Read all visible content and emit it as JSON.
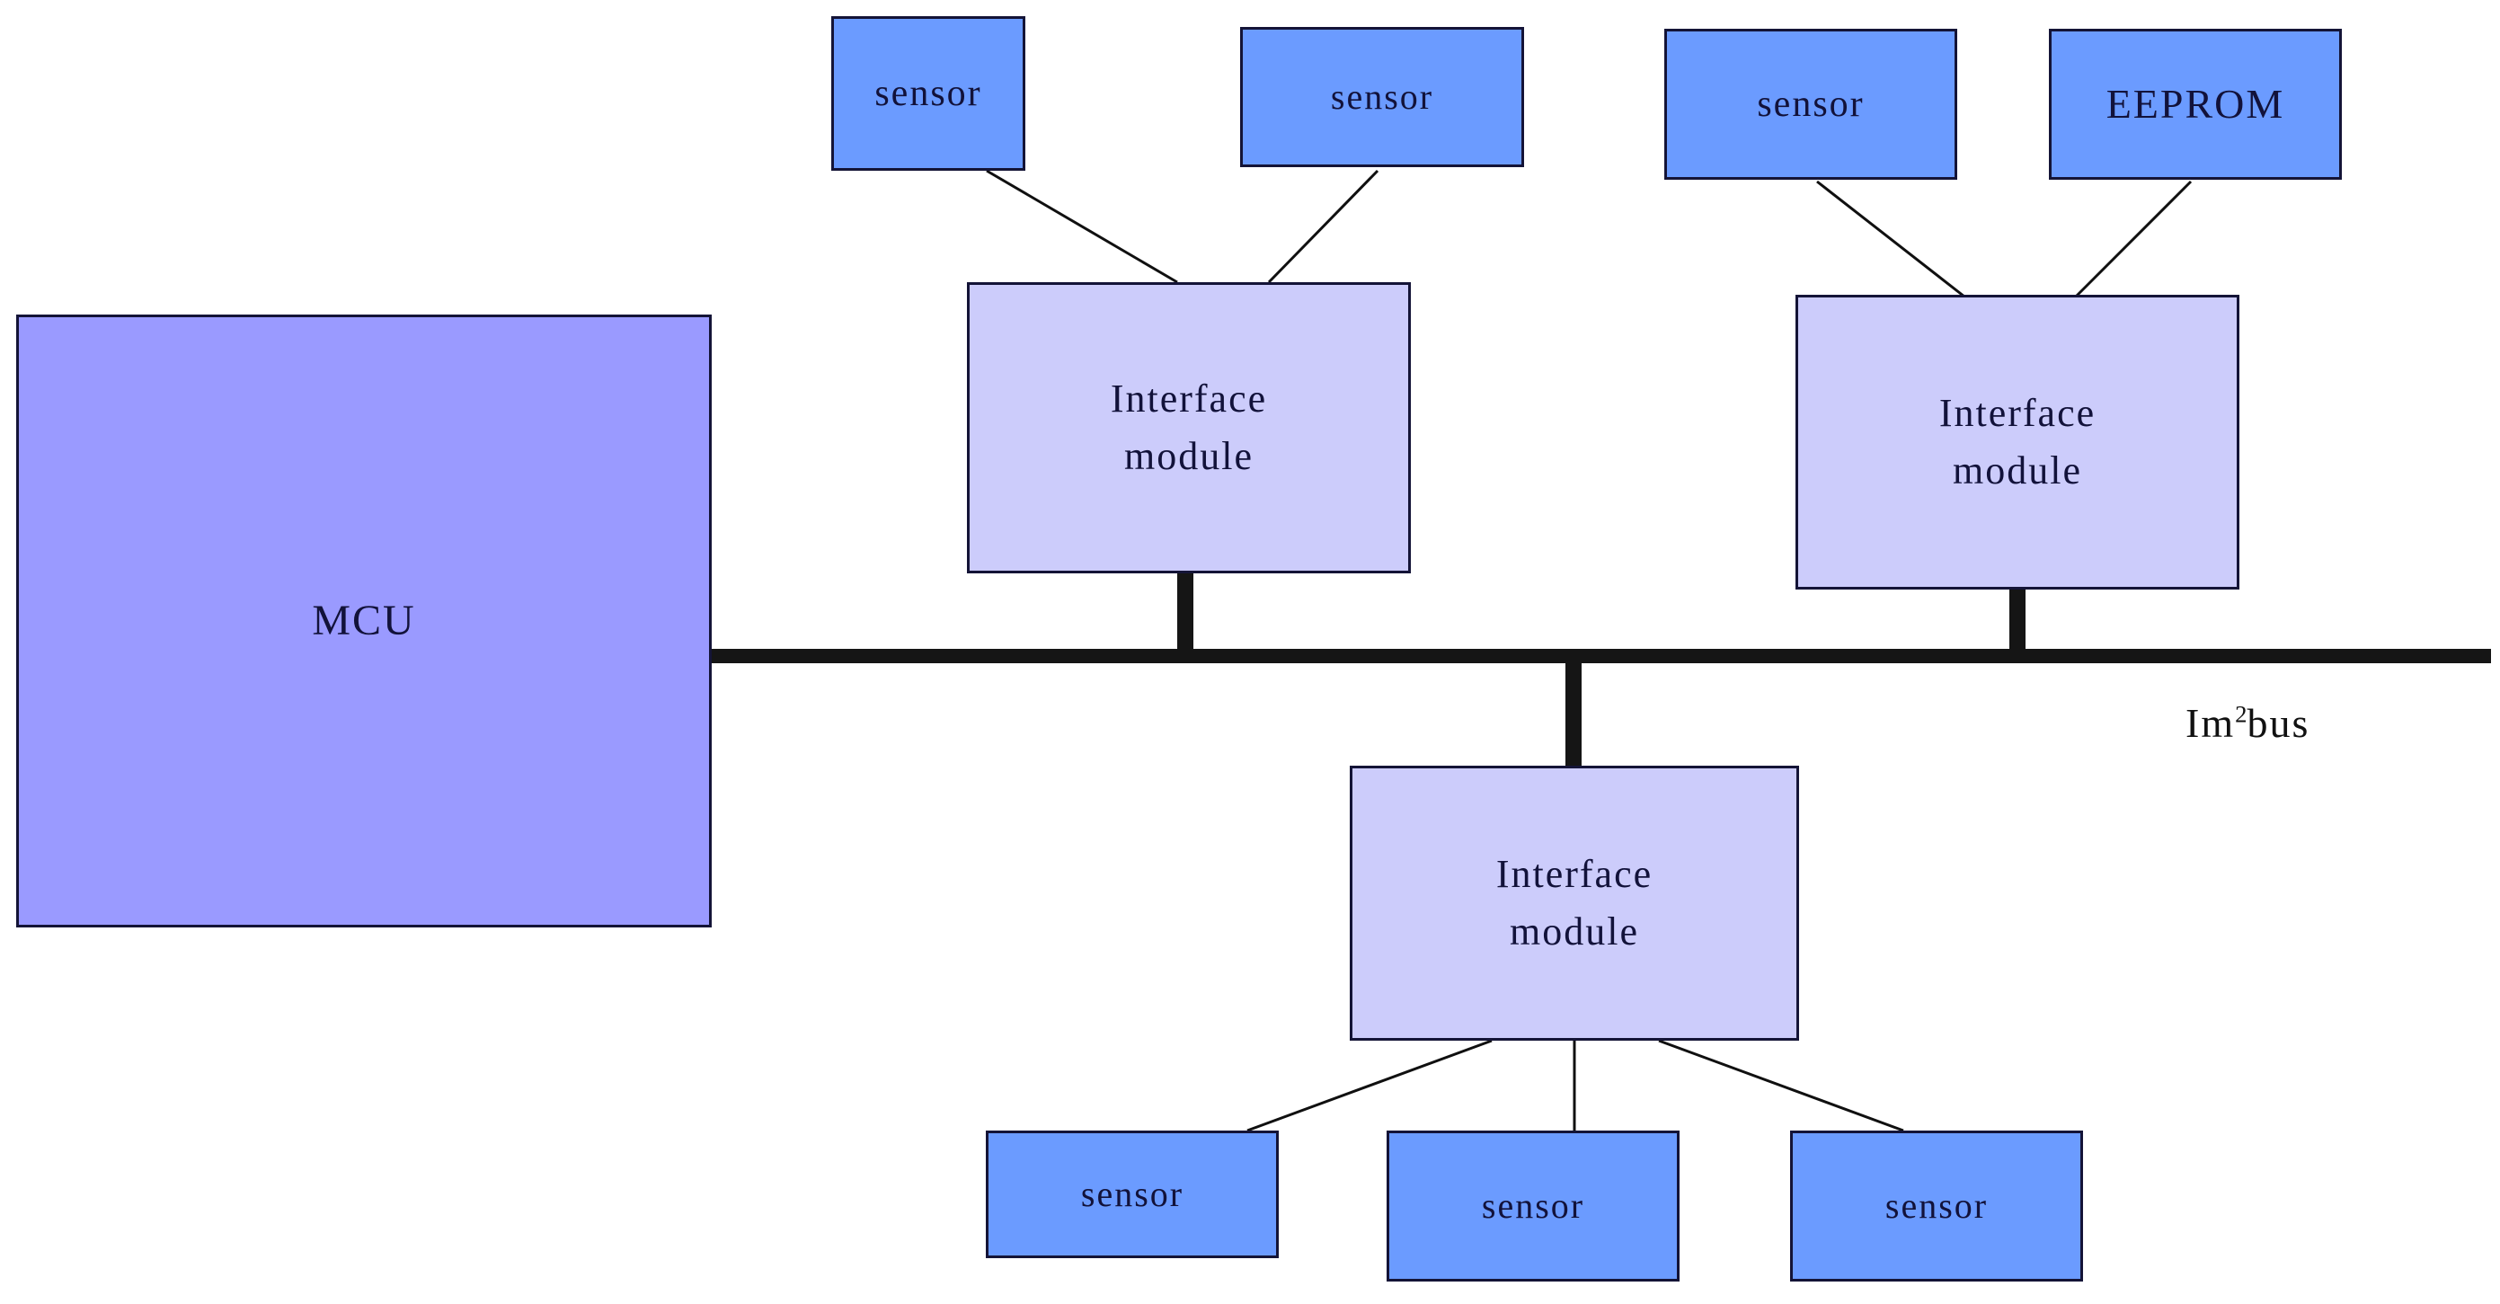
{
  "diagram": {
    "title": "I2C bus sensor network block diagram",
    "colors": {
      "mcu_fill": "#9a9aff",
      "module_fill": "#ccccfb",
      "sensor_fill": "#6b9bff",
      "border": "#141437",
      "bus": "#151515",
      "text": "#12123a",
      "background": "#ffffff"
    },
    "bus": {
      "label_prefix": "Im",
      "label_superscript": "2",
      "label_suffix": "bus",
      "label_full": "Im²bus",
      "name": "i2c-bus"
    },
    "nodes": {
      "mcu": {
        "label": "MCU"
      },
      "module_left": {
        "label": "Interface\nmodule"
      },
      "module_right": {
        "label": "Interface\nmodule"
      },
      "module_bottom": {
        "label": "Interface\nmodule"
      },
      "top_sensor_1": {
        "label": "sensor"
      },
      "top_sensor_2": {
        "label": "sensor"
      },
      "top_sensor_3": {
        "label": "sensor"
      },
      "eeprom": {
        "label": "EEPROM"
      },
      "bottom_sensor_1": {
        "label": "sensor"
      },
      "bottom_sensor_2": {
        "label": "sensor"
      },
      "bottom_sensor_3": {
        "label": "sensor"
      }
    }
  }
}
